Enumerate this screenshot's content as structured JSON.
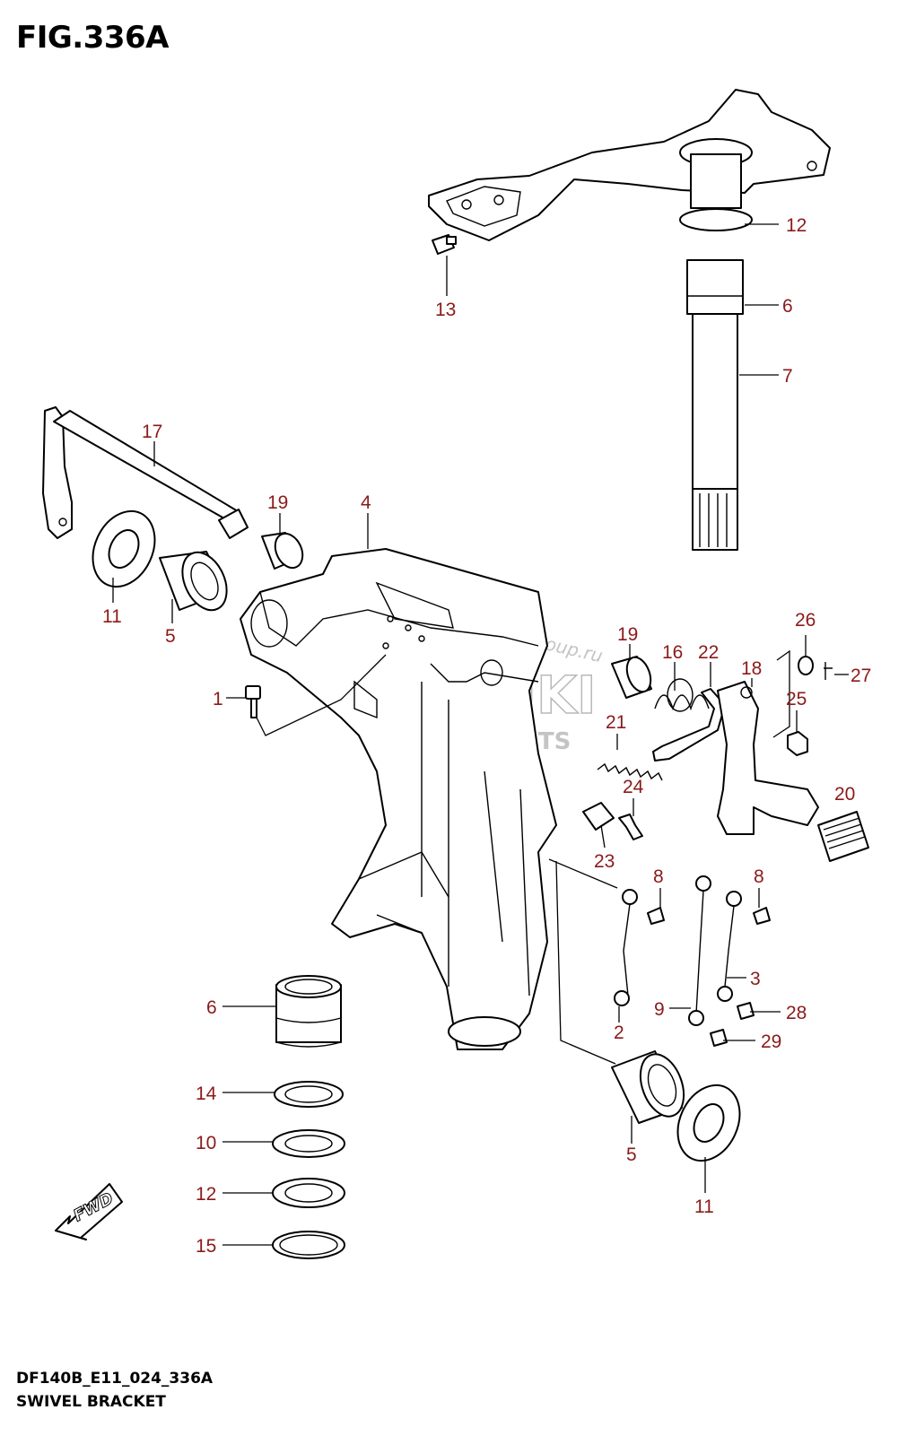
{
  "header": {
    "figure_title": "FIG.336A"
  },
  "footer": {
    "diagram_code": "DF140B_E11_024_336A",
    "diagram_name": "SWIVEL BRACKET"
  },
  "watermark": {
    "brand": "SUZUKI",
    "subtitle": "MARINE PARTS",
    "site": "Motogroup.ru"
  },
  "fwd_arrow": {
    "label": "FWD"
  },
  "callouts": [
    {
      "id": "c12a",
      "text": "12"
    },
    {
      "id": "c13",
      "text": "13"
    },
    {
      "id": "c6a",
      "text": "6"
    },
    {
      "id": "c7",
      "text": "7"
    },
    {
      "id": "c17",
      "text": "17"
    },
    {
      "id": "c19a",
      "text": "19"
    },
    {
      "id": "c4",
      "text": "4"
    },
    {
      "id": "c11a",
      "text": "11"
    },
    {
      "id": "c5a",
      "text": "5"
    },
    {
      "id": "c1",
      "text": "1"
    },
    {
      "id": "c19b",
      "text": "19"
    },
    {
      "id": "c16",
      "text": "16"
    },
    {
      "id": "c22",
      "text": "22"
    },
    {
      "id": "c18",
      "text": "18"
    },
    {
      "id": "c26",
      "text": "26"
    },
    {
      "id": "c27",
      "text": "27"
    },
    {
      "id": "c25",
      "text": "25"
    },
    {
      "id": "c21",
      "text": "21"
    },
    {
      "id": "c24",
      "text": "24"
    },
    {
      "id": "c20",
      "text": "20"
    },
    {
      "id": "c23",
      "text": "23"
    },
    {
      "id": "c8a",
      "text": "8"
    },
    {
      "id": "c8b",
      "text": "8"
    },
    {
      "id": "c3",
      "text": "3"
    },
    {
      "id": "c9",
      "text": "9"
    },
    {
      "id": "c28",
      "text": "28"
    },
    {
      "id": "c2",
      "text": "2"
    },
    {
      "id": "c29",
      "text": "29"
    },
    {
      "id": "c6b",
      "text": "6"
    },
    {
      "id": "c14",
      "text": "14"
    },
    {
      "id": "c10",
      "text": "10"
    },
    {
      "id": "c12b",
      "text": "12"
    },
    {
      "id": "c15",
      "text": "15"
    },
    {
      "id": "c5b",
      "text": "5"
    },
    {
      "id": "c11b",
      "text": "11"
    }
  ]
}
